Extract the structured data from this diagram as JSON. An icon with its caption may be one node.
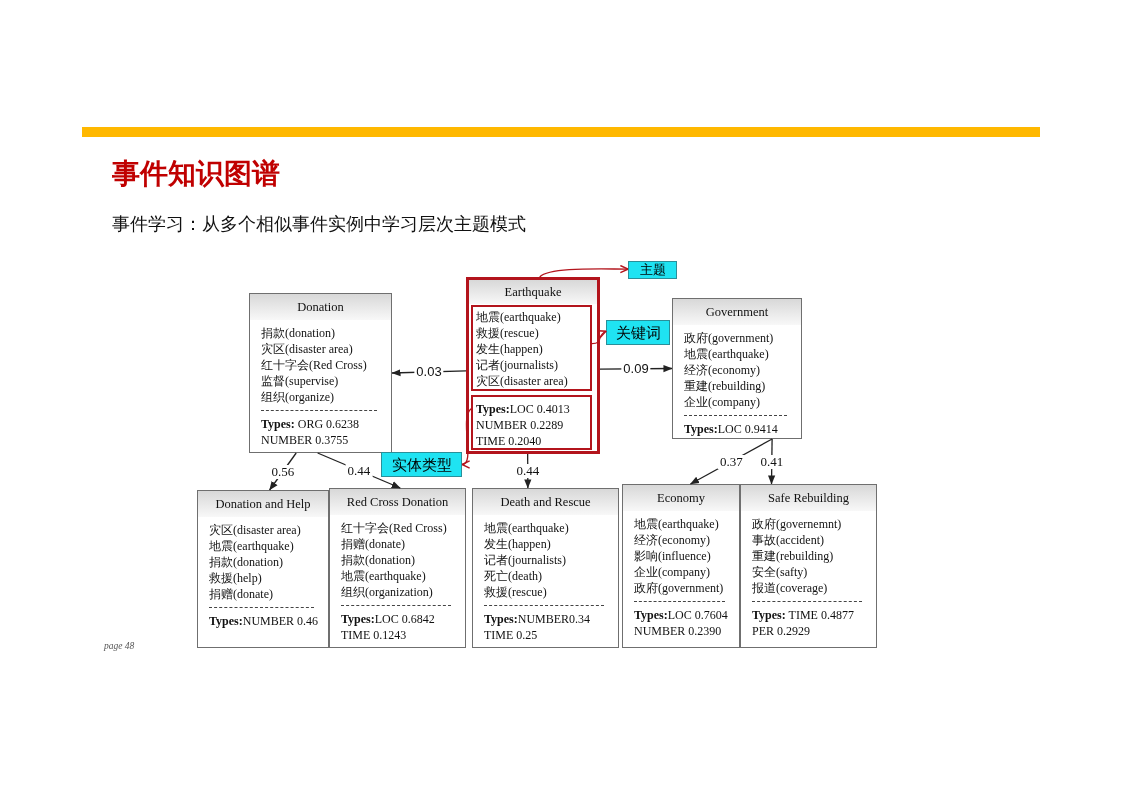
{
  "diagram": {
    "title": "事件知识图谱",
    "nodes": [
      {
        "text": [
          "主题"
        ]
      },
      {
        "text": [
          "Donation",
          "捐款(donation)",
          "灾区(disaster area)",
          "红十字会(Red Cross)",
          "监督(supervise)",
          "组织(organize)",
          "**Types:** ORG 0.6238",
          "NUMBER 0.3755"
        ]
      },
      {
        "text": [
          "Earthquake"
        ]
      },
      {
        "text": [
          "地震(earthquake)",
          "救援(rescue)",
          "发生(happen)",
          "记者(journalists)",
          "灾区(disaster area)"
        ],
        "in": 2
      },
      {
        "text": [
          "**Types:**LOC 0.4013",
          "NUMBER 0.2289",
          "TIME 0.2040"
        ],
        "in": 2
      },
      {
        "text": [
          "关键词"
        ]
      },
      {
        "text": [
          "Government",
          "政府(government)",
          "地震(earthquake)",
          "经济(economy)",
          "重建(rebuilding)",
          "企业(company)",
          "**Types:**LOC 0.9414"
        ]
      },
      {
        "text": [
          "实体类型"
        ]
      },
      {
        "text": [
          "Donation and Help",
          "灾区(disaster area)",
          "地震(earthquake)",
          "捐款(donation)",
          "救援(help)",
          "捐赠(donate)",
          "**Types:**NUMBER 0.46"
        ]
      },
      {
        "text": [
          "Red Cross Donation",
          "红十字会(Red Cross)",
          "捐赠(donate)",
          "捐款(donation)",
          "地震(earthquake)",
          "组织(organization)",
          "**Types:**LOC 0.6842",
          "TIME 0.1243"
        ]
      },
      {
        "text": [
          "Death and Rescue",
          "地震(earthquake)",
          "发生(happen)",
          "记者(journalists)",
          "死亡(death)",
          "救援(rescue)",
          "**Types:**NUMBER0.34",
          "TIME 0.25"
        ]
      },
      {
        "text": [
          "Economy",
          "地震(earthquake)",
          "经济(economy)",
          "影响(influence)",
          "企业(company)",
          "政府(government)",
          "**Types:**LOC 0.7604",
          "NUMBER 0.2390"
        ]
      },
      {
        "text": [
          "Safe Rebuilding",
          "政府(governemnt)",
          "事故(accident)",
          "重建(rebuilding)",
          "安全(safty)",
          "报道(coverage)",
          "**Types:** TIME 0.4877",
          "PER 0.2929"
        ]
      }
    ],
    "edges": [
      {
        "from": 2,
        "to": 1,
        "arrow": "to",
        "label": "0.03"
      },
      {
        "from": 2,
        "to": 6,
        "arrow": "to",
        "label": "0.09"
      },
      {
        "from": 1,
        "to": 8,
        "arrow": "to",
        "label": "0.56"
      },
      {
        "from": 1,
        "to": 9,
        "arrow": "to",
        "label": "0.44"
      },
      {
        "from": 2,
        "to": 10,
        "arrow": "to",
        "label": "0.44"
      },
      {
        "from": 6,
        "to": 11,
        "arrow": "to",
        "label": "0.37"
      },
      {
        "from": 6,
        "to": 12,
        "arrow": "to",
        "label": "0.41"
      },
      {
        "from": 2,
        "to": 0,
        "arrow": "to",
        "color": "#b3141c"
      },
      {
        "from": 3,
        "to": 5,
        "arrow": "to",
        "color": "#b3141c"
      },
      {
        "from": 4,
        "to": 7,
        "arrow": "to",
        "color": "#b3141c"
      }
    ],
    "labels": [
      "事件学习：从多个相似事件实例中学习层次主题模式",
      "page 48"
    ]
  }
}
